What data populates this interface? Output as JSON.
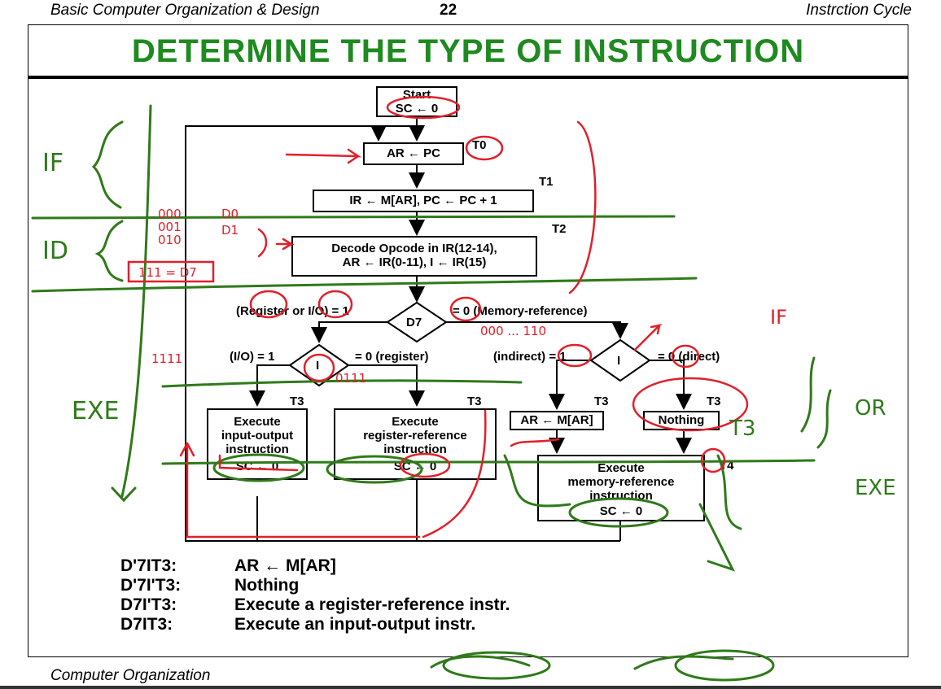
{
  "header": {
    "left": "Basic Computer Organization & Design",
    "page": "22",
    "right": "Instrction Cycle"
  },
  "title": "DETERMINE  THE  TYPE  OF  INSTRUCTION",
  "flowchart": {
    "start_line1": "Start",
    "start_line2": "SC ← 0",
    "fetch1": "AR ←  PC",
    "fetch2": "IR ← M[AR],  PC ← PC + 1",
    "decode_line1": "Decode Opcode in IR(12-14),",
    "decode_line2": "AR ← IR(0-11),    I ← IR(15)",
    "d7_diamond": "D7",
    "d7_left": "(Register or I/O) = 1",
    "d7_right": "= 0 (Memory-reference)",
    "i_left_diamond": "I",
    "i_left_left": "(I/O) = 1",
    "i_left_right": "= 0 (register)",
    "i_right_diamond": "I",
    "i_right_left": "(indirect) = 1",
    "i_right_right": "= 0 (direct)",
    "io_line1": "Execute",
    "io_line2": "input-output",
    "io_line3": "instruction",
    "io_line4": "SC ←  0",
    "rr_line1": "Execute",
    "rr_line2": "register-reference",
    "rr_line3": "instruction",
    "rr_line4": "SC ←  0",
    "indirect_box": "AR ← M[AR]",
    "nothing_box": "Nothing",
    "mr_line1": "Execute",
    "mr_line2": "memory-reference",
    "mr_line3": "instruction",
    "mr_line4": "SC  ←  0",
    "timing": {
      "t0": "T0",
      "t1": "T1",
      "t2": "T2",
      "t3a": "T3",
      "t3b": "T3",
      "t3c": "T3",
      "t3d": "T3",
      "t4": "T4"
    }
  },
  "summary": [
    {
      "cond": "D'7IT3:",
      "action": "AR ← M[AR]"
    },
    {
      "cond": "D'7I'T3:",
      "action": "Nothing"
    },
    {
      "cond": "D7I'T3:",
      "action": "Execute a register-reference instr."
    },
    {
      "cond": "D7IT3:",
      "action": "Execute an input-output instr."
    }
  ],
  "annotations": {
    "if_label": "IF",
    "id_label": "ID",
    "exe_label": "EXE",
    "exe_right": "EXE",
    "or_label": "OR",
    "if_right": "IF",
    "binary_note": "111 = D7",
    "t3_note": "T3",
    "count_111": "1111",
    "ooo_note": "000 ... 110",
    "o111_note": "0111",
    "digits_000": "000",
    "digits_001": "001",
    "digits_010": "010",
    "d0": "D0",
    "d1": "D1"
  },
  "colors": {
    "title": "#1f8a1f",
    "red_ink": "#e0202a",
    "green_ink": "#2f7a1a"
  },
  "footer": "Computer Organization"
}
